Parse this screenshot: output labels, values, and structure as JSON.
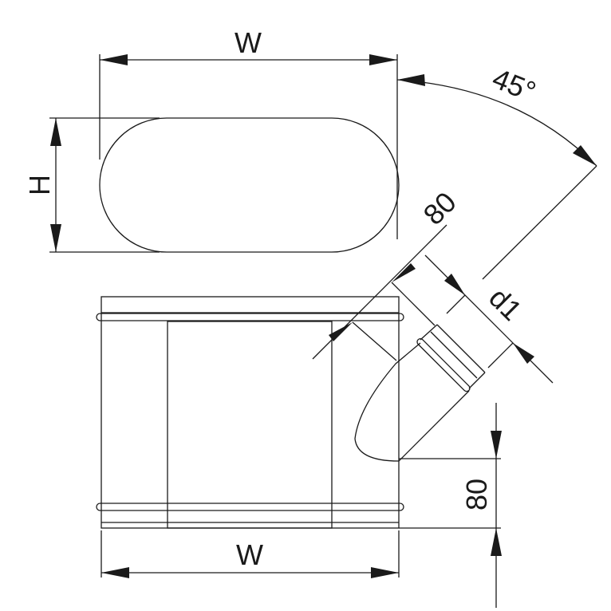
{
  "labels": {
    "top_width": "W",
    "height": "H",
    "angle": "45°",
    "offset_top": "80",
    "diameter": "d1",
    "offset_bottom": "80",
    "bottom_width": "W"
  },
  "colors": {
    "line": "#1a1a1a",
    "background": "#ffffff"
  }
}
